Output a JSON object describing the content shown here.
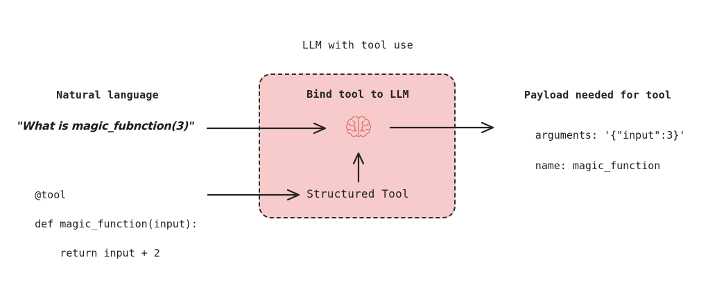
{
  "diagram": {
    "title": "LLM with tool use",
    "background_color": "#ffffff",
    "line_color": "#222222"
  },
  "center_box": {
    "heading": "Bind tool to LLM",
    "sublabel": "Structured Tool",
    "fill_color": "#f7cbcb",
    "border_color": "#2b2b2b",
    "border_style": "dashed",
    "icon": "brain-icon",
    "icon_color": "#e0716f"
  },
  "left": {
    "heading": "Natural language",
    "query": "\"What is magic_fubnction(3)\"",
    "code": {
      "line1": "@tool",
      "line2": "def magic_function(input):",
      "line3": "    return input + 2"
    }
  },
  "right": {
    "heading": "Payload needed for tool",
    "payload_line_1": "arguments: '{\"input\":3}'",
    "payload_line_2": "name: magic_function"
  },
  "arrows": [
    {
      "name": "natural-language-to-llm",
      "direction": "right"
    },
    {
      "name": "llm-to-payload",
      "direction": "right"
    },
    {
      "name": "tool-code-to-structured-tool",
      "direction": "right"
    },
    {
      "name": "structured-tool-to-llm",
      "direction": "up"
    }
  ]
}
